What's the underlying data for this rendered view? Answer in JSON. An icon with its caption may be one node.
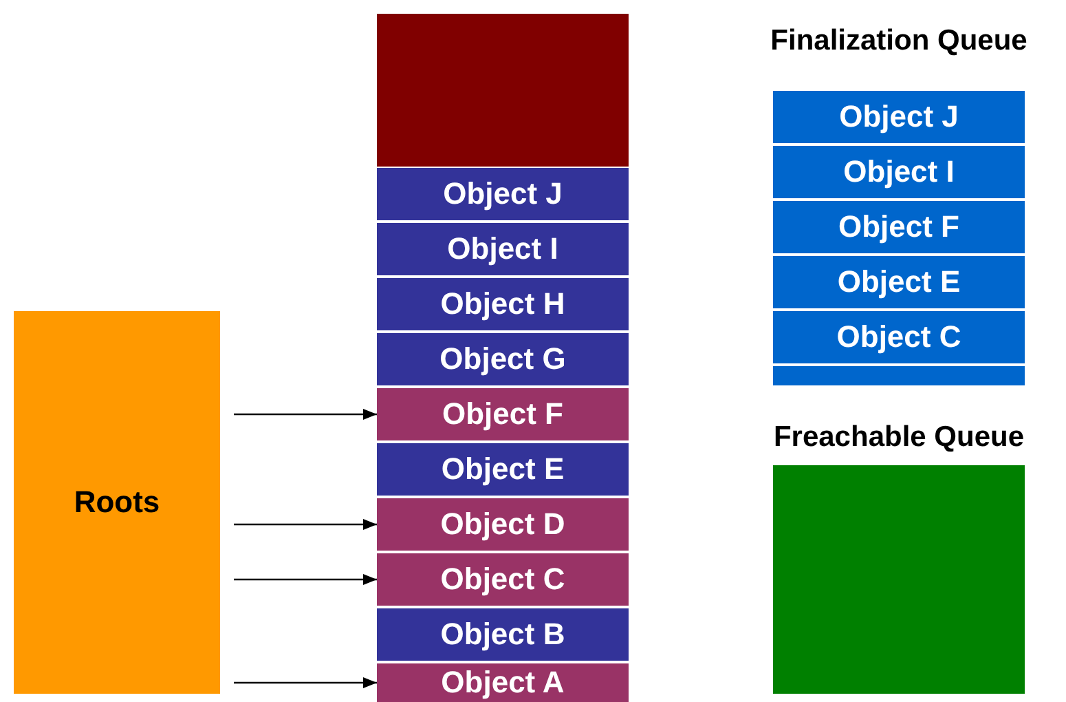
{
  "diagram": {
    "nodes": [
      {
        "text": [],
        "shape": "box"
      },
      {
        "text": [
          "Object J"
        ]
      },
      {
        "text": [
          "Object I"
        ]
      },
      {
        "text": [
          "Object H"
        ]
      },
      {
        "text": [
          "Object G"
        ]
      },
      {
        "text": [
          "Object F"
        ]
      },
      {
        "text": [
          "Object E"
        ]
      },
      {
        "text": [
          "Object D"
        ]
      },
      {
        "text": [
          "Object C"
        ]
      },
      {
        "text": [
          "Object B"
        ]
      },
      {
        "text": [
          "Object A"
        ]
      },
      {
        "text": [
          "Roots"
        ]
      },
      {
        "text": [
          "Object J"
        ]
      },
      {
        "text": [
          "Object I"
        ]
      },
      {
        "text": [
          "Object F"
        ]
      },
      {
        "text": [
          "Object E"
        ]
      },
      {
        "text": [
          "Object C"
        ]
      },
      {
        "text": [],
        "shape": "box"
      },
      {
        "text": [
          "Freachable Queue"
        ]
      }
    ],
    "edges": [
      {
        "from": 11,
        "to": 5,
        "arrow": "to"
      },
      {
        "from": 11,
        "to": 7,
        "arrow": "to"
      },
      {
        "from": 11,
        "to": 8,
        "arrow": "to"
      },
      {
        "from": 11,
        "to": 10,
        "arrow": "to"
      }
    ],
    "labels": [
      "Finalization Queue"
    ]
  }
}
